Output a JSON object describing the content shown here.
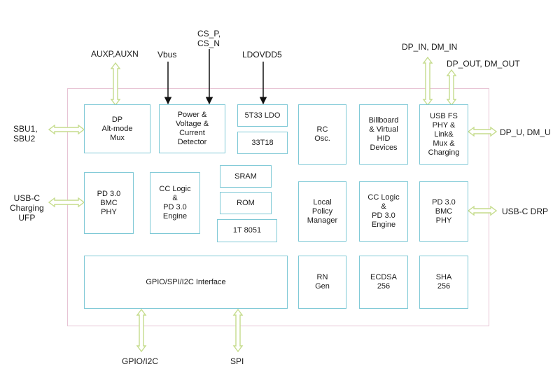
{
  "blocks": {
    "dp_altmode": "DP\nAlt-mode\nMux",
    "power_detector": "Power &\nVoltage &\nCurrent\nDetector",
    "ldo_5t33": "5T33 LDO",
    "ldo_33t18": "33T18",
    "rc_osc": "RC\nOsc.",
    "billboard": "Billboard\n& Virtual\nHID\nDevices",
    "usb_fs": "USB FS\nPHY &\nLink&\nMux &\nCharging",
    "pd_phy_left": "PD 3.0\nBMC\nPHY",
    "cc_logic_left": "CC Logic\n&\nPD 3.0\nEngine",
    "sram": "SRAM",
    "rom": "ROM",
    "cpu_8051": "1T 8051",
    "local_policy": "Local\nPolicy\nManager",
    "cc_logic_right": "CC Logic\n&\nPD 3.0\nEngine",
    "pd_phy_right": "PD 3.0\nBMC\nPHY",
    "gpio_iface": "GPIO/SPI/I2C Interface",
    "rn_gen": "RN\nGen",
    "ecdsa": "ECDSA\n256",
    "sha": "SHA\n256"
  },
  "signals": {
    "auxp_auxn": "AUXP,AUXN",
    "vbus": "Vbus",
    "cs": "CS_P,\nCS_N",
    "ldovdd5": "LDOVDD5",
    "dp_in": "DP_IN, DM_IN",
    "dp_out": "DP_OUT, DM_OUT",
    "sbu": "SBU1,\nSBU2",
    "usbc_ufp": "USB-C\nCharging\nUFP",
    "dp_u": "DP_U, DM_U",
    "usbc_drp": "USB-C DRP",
    "gpio_i2c": "GPIO/I2C",
    "spi": "SPI"
  },
  "colors": {
    "block_border": "#7fc9d6",
    "chip_border": "#e7c3d4",
    "bus_arrow": "#c5dc8c",
    "signal_arrow": "#111111"
  }
}
